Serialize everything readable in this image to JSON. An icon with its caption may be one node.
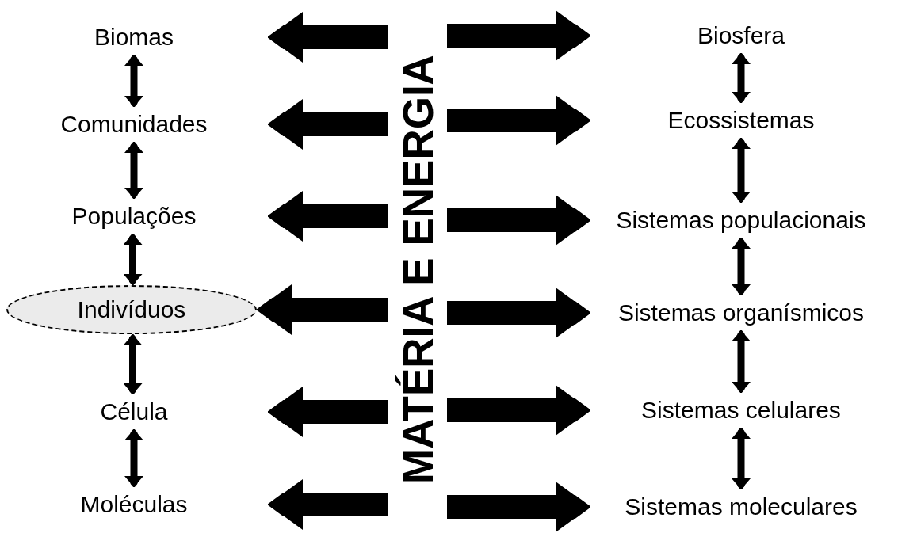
{
  "diagram": {
    "nodes": [
      {
        "text": [
          "Biomas"
        ]
      },
      {
        "text": [
          "Comunidades"
        ]
      },
      {
        "text": [
          "Populações"
        ]
      },
      {
        "text": [
          "Indivíduos"
        ]
      },
      {
        "text": [
          "Célula"
        ]
      },
      {
        "text": [
          "Moléculas"
        ]
      },
      {
        "text": [
          "MATÉRIA E ENERGIA"
        ]
      },
      {
        "text": [
          "Biosfera"
        ]
      },
      {
        "text": [
          "Ecossistemas"
        ]
      },
      {
        "text": [
          "Sistemas populacionais"
        ]
      },
      {
        "text": [
          "Sistemas organísmicos"
        ]
      },
      {
        "text": [
          "Sistemas celulares"
        ]
      },
      {
        "text": [
          "Sistemas moleculares"
        ]
      }
    ],
    "edges": [
      {
        "from": 0,
        "to": 1,
        "arrow": "both"
      },
      {
        "from": 1,
        "to": 2,
        "arrow": "both"
      },
      {
        "from": 2,
        "to": 3,
        "arrow": "both"
      },
      {
        "from": 3,
        "to": 4,
        "arrow": "both"
      },
      {
        "from": 4,
        "to": 5,
        "arrow": "both"
      },
      {
        "from": 7,
        "to": 8,
        "arrow": "both"
      },
      {
        "from": 8,
        "to": 9,
        "arrow": "both"
      },
      {
        "from": 9,
        "to": 10,
        "arrow": "both"
      },
      {
        "from": 10,
        "to": 11,
        "arrow": "both"
      },
      {
        "from": 11,
        "to": 12,
        "arrow": "both"
      },
      {
        "from": 6,
        "to": 0,
        "arrow": "to"
      },
      {
        "from": 6,
        "to": 1,
        "arrow": "to"
      },
      {
        "from": 6,
        "to": 2,
        "arrow": "to"
      },
      {
        "from": 6,
        "to": 3,
        "arrow": "to"
      },
      {
        "from": 6,
        "to": 4,
        "arrow": "to"
      },
      {
        "from": 6,
        "to": 5,
        "arrow": "to"
      },
      {
        "from": 6,
        "to": 7,
        "arrow": "to"
      },
      {
        "from": 6,
        "to": 8,
        "arrow": "to"
      },
      {
        "from": 6,
        "to": 9,
        "arrow": "to"
      },
      {
        "from": 6,
        "to": 10,
        "arrow": "to"
      },
      {
        "from": 6,
        "to": 11,
        "arrow": "to"
      },
      {
        "from": 6,
        "to": 12,
        "arrow": "to"
      }
    ]
  }
}
